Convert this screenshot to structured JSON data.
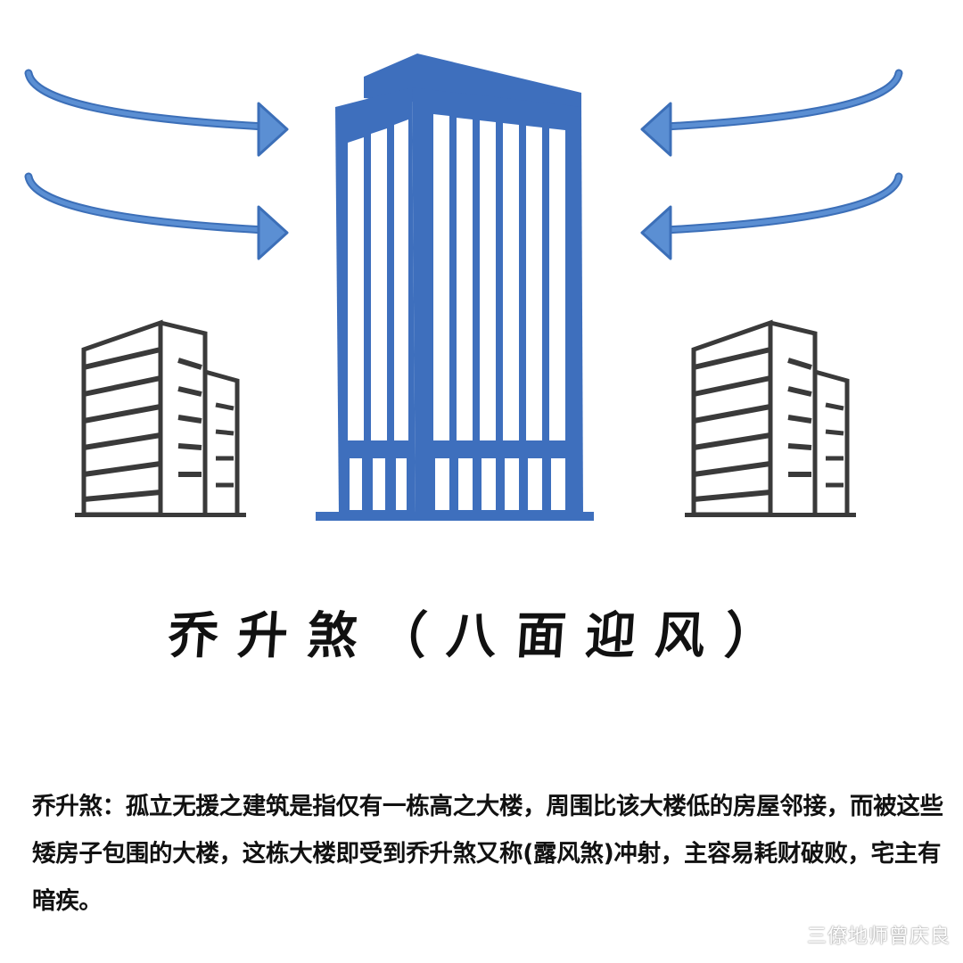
{
  "title": "乔升煞（八面迎风）",
  "description": "乔升煞：孤立无援之建筑是指仅有一栋高之大楼，周围比该大楼低的房屋邻接，而被这些矮房子包围的大楼，这栋大楼即受到乔升煞又称(露风煞)冲射，主容易耗财破败，宅主有暗疾。",
  "watermark": "三僚地师曾庆良",
  "colors": {
    "tower_blue": "#3E6FBD",
    "arrow_blue": "#5B8FD3",
    "arrow_edge": "#3C6FB8",
    "side_building_gray": "#3A3A3A"
  }
}
